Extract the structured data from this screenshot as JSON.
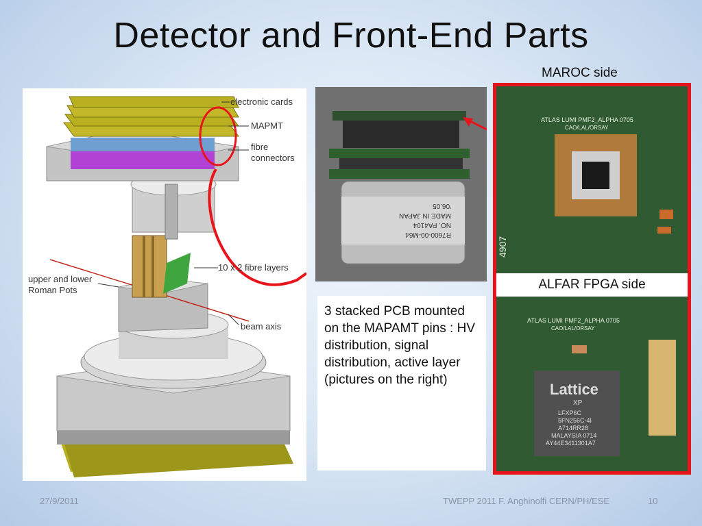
{
  "slide": {
    "title": "Detector and Front-End Parts",
    "maroc_label": "MAROC side",
    "alfar_label": "ALFAR FPGA  side",
    "description": "3 stacked PCB mounted on the MAPAMT pins : HV distribution, signal distribution, active layer (pictures on the right)"
  },
  "diagram": {
    "labels": {
      "electronic_cards": "electronic cards",
      "mapmt": "MAPMT",
      "fibre": "fibre",
      "connectors": "connectors",
      "fibre_layers": "10 x 2 fibre layers",
      "upper_lower": "upper and lower",
      "roman_pots": "Roman Pots",
      "beam_axis": "beam axis"
    }
  },
  "photo_center": {
    "chip_text_1": "R7600-00-M64",
    "chip_text_2": "NO.    PA4104",
    "chip_text_3": "MADE IN JAPAN",
    "chip_text_4": "'06.05"
  },
  "photo_maroc": {
    "board_text": "ATLAS LUMI PMF2_ALPHA 0705",
    "board_text_2": "CAO/LAL/ORSAY",
    "serial": "4907"
  },
  "photo_alfar": {
    "board_text": "ATLAS LUMI PMF2_ALPHA 0705",
    "board_text_2": "CAO/LAL/ORSAY",
    "chip_brand": "Lattice",
    "chip_series": "XP",
    "chip_lines": [
      "LFXP6C",
      "5FN256C-4I",
      "A714RR28",
      "MALAYSIA 0714",
      "AY44E3411301A7"
    ]
  },
  "footer": {
    "date": "27/9/2011",
    "credit": "TWEPP 2011 F. Anghinolfi CERN/PH/ESE",
    "page": "10"
  },
  "colors": {
    "accent_red": "#e8141b",
    "pcb_green": "#2f5f2f",
    "mapmt_purple": "#b042d4",
    "card_gold": "#b8b020"
  }
}
